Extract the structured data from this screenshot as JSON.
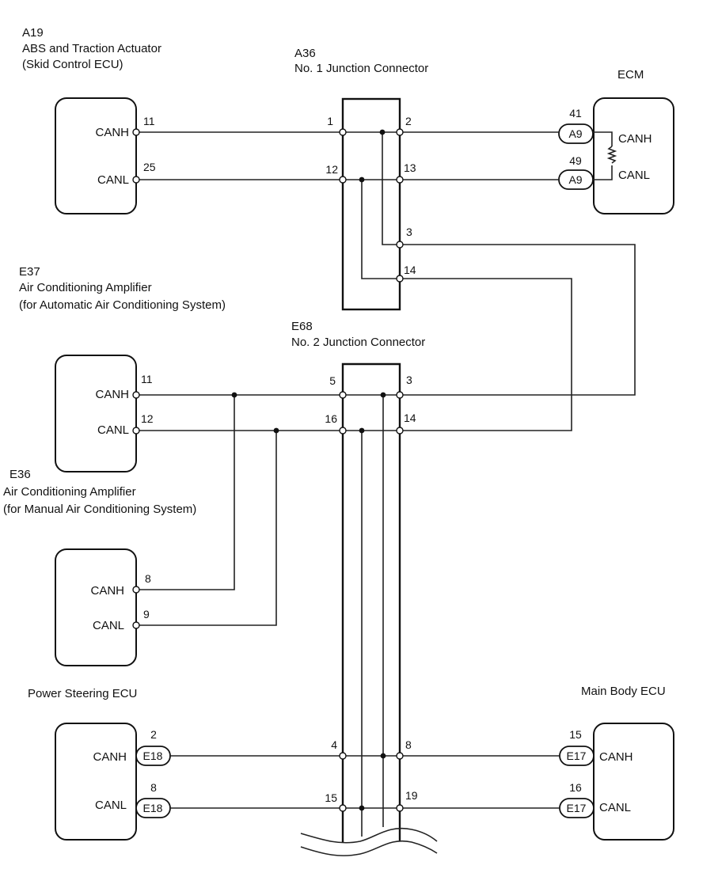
{
  "diagram": {
    "type": "CAN bus wiring diagram",
    "components": {
      "a19": {
        "code": "A19",
        "name": "ABS and Traction Actuator",
        "sub": "(Skid Control ECU)",
        "canh_label": "CANH",
        "canl_label": "CANL",
        "canh_pin": "11",
        "canl_pin": "25"
      },
      "a36": {
        "code": "A36",
        "name": "No. 1 Junction Connector",
        "pins": {
          "p1": "1",
          "p2": "2",
          "p12": "12",
          "p13": "13",
          "p3": "3",
          "p14": "14"
        }
      },
      "ecm": {
        "name": "ECM",
        "canh_label": "CANH",
        "canl_label": "CANL",
        "canh_pin": "41",
        "canl_pin": "49",
        "connector": "A9"
      },
      "e37": {
        "code": "E37",
        "name": "Air Conditioning Amplifier",
        "sub": "(for Automatic Air Conditioning System)",
        "canh_label": "CANH",
        "canl_label": "CANL",
        "canh_pin": "11",
        "canl_pin": "12"
      },
      "e68": {
        "code": "E68",
        "name": "No. 2 Junction Connector",
        "pins": {
          "p5": "5",
          "p3": "3",
          "p16": "16",
          "p14": "14",
          "p4": "4",
          "p8": "8",
          "p15": "15",
          "p19": "19"
        }
      },
      "e36": {
        "code": "E36",
        "name": "Air Conditioning Amplifier",
        "sub": "(for Manual Air Conditioning System)",
        "canh_label": "CANH",
        "canl_label": "CANL",
        "canh_pin": "8",
        "canl_pin": "9"
      },
      "ps": {
        "name": "Power Steering ECU",
        "canh_label": "CANH",
        "canl_label": "CANL",
        "canh_pin": "2",
        "canl_pin": "8",
        "connector": "E18"
      },
      "mb": {
        "name": "Main Body ECU",
        "canh_label": "CANH",
        "canl_label": "CANL",
        "canh_pin": "15",
        "canl_pin": "16",
        "connector": "E17"
      }
    }
  }
}
